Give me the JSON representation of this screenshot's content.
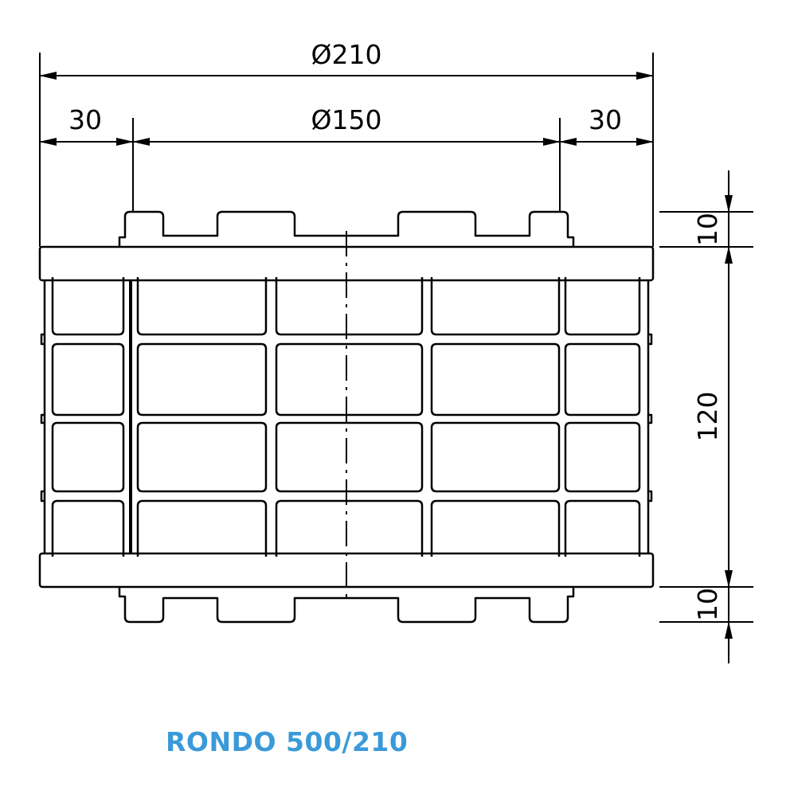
{
  "dimensions": {
    "overall_diameter": "Ø210",
    "inner_diameter": "Ø150",
    "left_offset": "30",
    "right_offset": "30",
    "top_boss_height": "10",
    "body_height": "120",
    "bottom_boss_height": "10"
  },
  "title": "RONDO 500/210",
  "colors": {
    "title": "#3a9ad9",
    "line": "#000000"
  }
}
